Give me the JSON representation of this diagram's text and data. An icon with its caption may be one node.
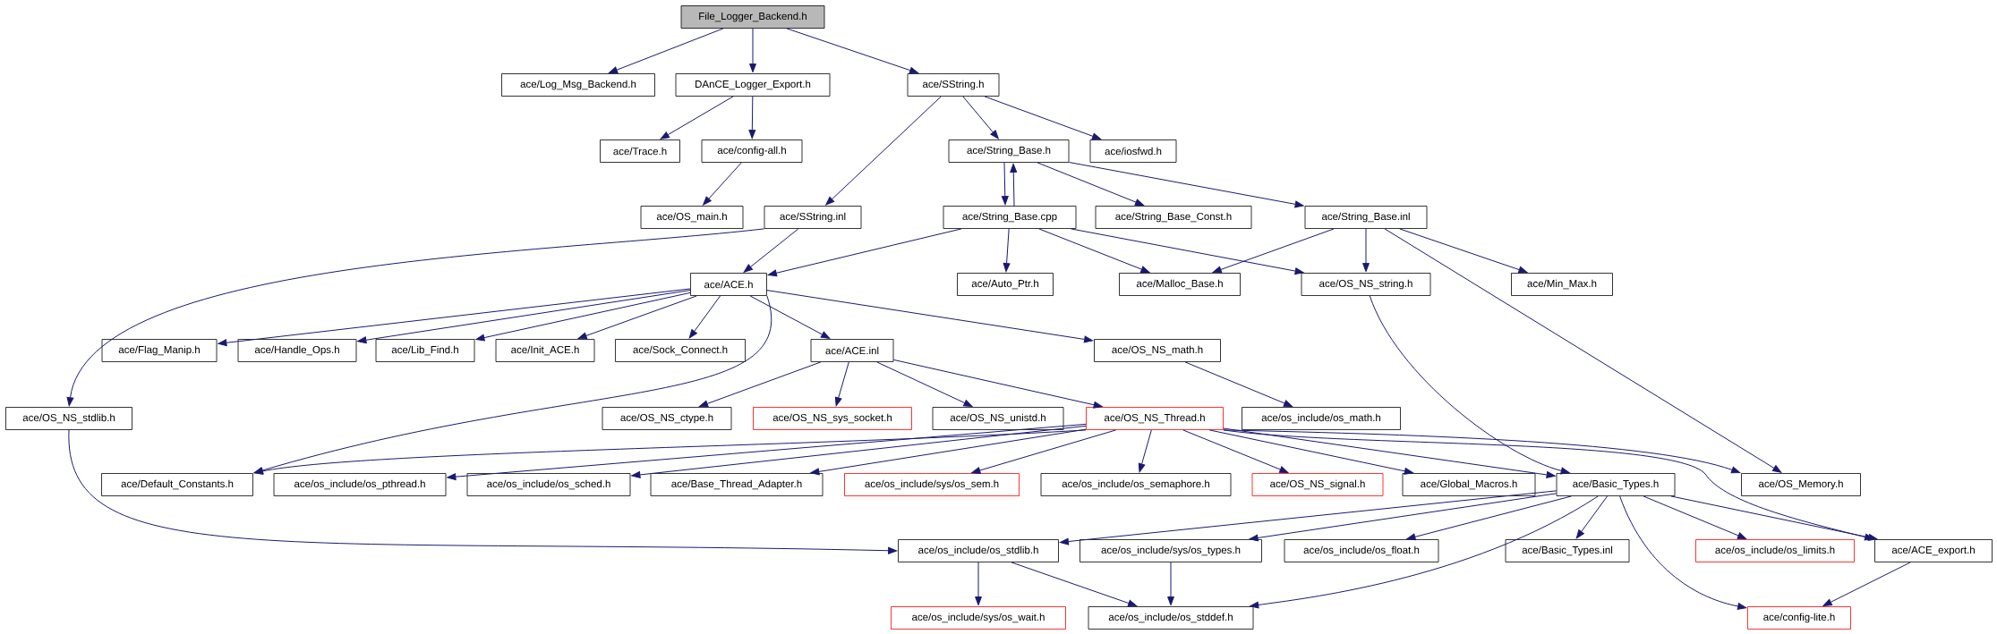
{
  "diagram": {
    "nodes": [
      {
        "text": [
          "File_Logger_Backend.h"
        ]
      },
      {
        "text": [
          "ace/Log_Msg_Backend.h"
        ]
      },
      {
        "text": [
          "DAnCE_Logger_Export.h"
        ]
      },
      {
        "text": [
          "ace/SString.h"
        ]
      },
      {
        "text": [
          "ace/Trace.h"
        ]
      },
      {
        "text": [
          "ace/config-all.h"
        ]
      },
      {
        "text": [
          "ace/OS_main.h"
        ]
      },
      {
        "text": [
          "ace/SString.inl"
        ]
      },
      {
        "text": [
          "ace/String_Base.h"
        ]
      },
      {
        "text": [
          "ace/iosfwd.h"
        ]
      },
      {
        "text": [
          "ace/String_Base.cpp"
        ]
      },
      {
        "text": [
          "ace/String_Base_Const.h"
        ]
      },
      {
        "text": [
          "ace/String_Base.inl"
        ]
      },
      {
        "text": [
          "ace/ACE.h"
        ]
      },
      {
        "text": [
          "ace/Auto_Ptr.h"
        ]
      },
      {
        "text": [
          "ace/Malloc_Base.h"
        ]
      },
      {
        "text": [
          "ace/OS_NS_string.h"
        ]
      },
      {
        "text": [
          "ace/Min_Max.h"
        ]
      },
      {
        "text": [
          "ace/Flag_Manip.h"
        ]
      },
      {
        "text": [
          "ace/Handle_Ops.h"
        ]
      },
      {
        "text": [
          "ace/Lib_Find.h"
        ]
      },
      {
        "text": [
          "ace/Init_ACE.h"
        ]
      },
      {
        "text": [
          "ace/Sock_Connect.h"
        ]
      },
      {
        "text": [
          "ace/ACE.inl"
        ]
      },
      {
        "text": [
          "ace/OS_NS_math.h"
        ]
      },
      {
        "text": [
          "ace/OS_NS_stdlib.h"
        ]
      },
      {
        "text": [
          "ace/OS_NS_ctype.h"
        ]
      },
      {
        "text": [
          "ace/OS_NS_sys_socket.h"
        ]
      },
      {
        "text": [
          "ace/OS_NS_unistd.h"
        ]
      },
      {
        "text": [
          "ace/OS_NS_Thread.h"
        ]
      },
      {
        "text": [
          "ace/os_include/os_math.h"
        ]
      },
      {
        "text": [
          "ace/Default_Constants.h"
        ]
      },
      {
        "text": [
          "ace/os_include/os_pthread.h"
        ]
      },
      {
        "text": [
          "ace/os_include/os_sched.h"
        ]
      },
      {
        "text": [
          "ace/Base_Thread_Adapter.h"
        ]
      },
      {
        "text": [
          "ace/os_include/sys/os_sem.h"
        ]
      },
      {
        "text": [
          "ace/os_include/os_semaphore.h"
        ]
      },
      {
        "text": [
          "ace/OS_NS_signal.h"
        ]
      },
      {
        "text": [
          "ace/Global_Macros.h"
        ]
      },
      {
        "text": [
          "ace/Basic_Types.h"
        ]
      },
      {
        "text": [
          "ace/OS_Memory.h"
        ]
      },
      {
        "text": [
          "ace/os_include/os_stdlib.h"
        ]
      },
      {
        "text": [
          "ace/os_include/sys/os_types.h"
        ]
      },
      {
        "text": [
          "ace/os_include/os_float.h"
        ]
      },
      {
        "text": [
          "ace/Basic_Types.inl"
        ]
      },
      {
        "text": [
          "ace/os_include/os_limits.h"
        ]
      },
      {
        "text": [
          "ace/ACE_export.h"
        ]
      },
      {
        "text": [
          "ace/os_include/sys/os_wait.h"
        ]
      },
      {
        "text": [
          "ace/os_include/os_stddef.h"
        ]
      },
      {
        "text": [
          "ace/config-lite.h"
        ]
      }
    ],
    "edges": [
      {
        "from": 0,
        "to": 1,
        "arrow": "to"
      },
      {
        "from": 0,
        "to": 2,
        "arrow": "to"
      },
      {
        "from": 0,
        "to": 3,
        "arrow": "to"
      },
      {
        "from": 2,
        "to": 4,
        "arrow": "to"
      },
      {
        "from": 2,
        "to": 5,
        "arrow": "to"
      },
      {
        "from": 5,
        "to": 6,
        "arrow": "to"
      },
      {
        "from": 3,
        "to": 7,
        "arrow": "to"
      },
      {
        "from": 3,
        "to": 8,
        "arrow": "to"
      },
      {
        "from": 3,
        "to": 9,
        "arrow": "to"
      },
      {
        "from": 8,
        "to": 10,
        "arrow": "to"
      },
      {
        "from": 10,
        "to": 8,
        "arrow": "to"
      },
      {
        "from": 8,
        "to": 11,
        "arrow": "to"
      },
      {
        "from": 8,
        "to": 12,
        "arrow": "to"
      },
      {
        "from": 7,
        "to": 13,
        "arrow": "to"
      },
      {
        "from": 10,
        "to": 13,
        "arrow": "to"
      },
      {
        "from": 7,
        "to": 25,
        "arrow": "to"
      },
      {
        "from": 10,
        "to": 14,
        "arrow": "to"
      },
      {
        "from": 10,
        "to": 15,
        "arrow": "to"
      },
      {
        "from": 10,
        "to": 16,
        "arrow": "to"
      },
      {
        "from": 12,
        "to": 15,
        "arrow": "to"
      },
      {
        "from": 12,
        "to": 16,
        "arrow": "to"
      },
      {
        "from": 12,
        "to": 17,
        "arrow": "to"
      },
      {
        "from": 12,
        "to": 40,
        "arrow": "to"
      },
      {
        "from": 13,
        "to": 18,
        "arrow": "to"
      },
      {
        "from": 13,
        "to": 19,
        "arrow": "to"
      },
      {
        "from": 13,
        "to": 20,
        "arrow": "to"
      },
      {
        "from": 13,
        "to": 21,
        "arrow": "to"
      },
      {
        "from": 13,
        "to": 22,
        "arrow": "to"
      },
      {
        "from": 13,
        "to": 23,
        "arrow": "to"
      },
      {
        "from": 13,
        "to": 24,
        "arrow": "to"
      },
      {
        "from": 13,
        "to": 31,
        "arrow": "to"
      },
      {
        "from": 16,
        "to": 39,
        "arrow": "to"
      },
      {
        "from": 23,
        "to": 26,
        "arrow": "to"
      },
      {
        "from": 23,
        "to": 27,
        "arrow": "to"
      },
      {
        "from": 23,
        "to": 28,
        "arrow": "to"
      },
      {
        "from": 23,
        "to": 29,
        "arrow": "to"
      },
      {
        "from": 24,
        "to": 30,
        "arrow": "to"
      },
      {
        "from": 29,
        "to": 31,
        "arrow": "to"
      },
      {
        "from": 29,
        "to": 32,
        "arrow": "to"
      },
      {
        "from": 29,
        "to": 33,
        "arrow": "to"
      },
      {
        "from": 29,
        "to": 34,
        "arrow": "to"
      },
      {
        "from": 29,
        "to": 35,
        "arrow": "to"
      },
      {
        "from": 29,
        "to": 36,
        "arrow": "to"
      },
      {
        "from": 29,
        "to": 37,
        "arrow": "to"
      },
      {
        "from": 29,
        "to": 38,
        "arrow": "to"
      },
      {
        "from": 29,
        "to": 39,
        "arrow": "to"
      },
      {
        "from": 29,
        "to": 40,
        "arrow": "to"
      },
      {
        "from": 29,
        "to": 46,
        "arrow": "to"
      },
      {
        "from": 25,
        "to": 41,
        "arrow": "to"
      },
      {
        "from": 39,
        "to": 41,
        "arrow": "to"
      },
      {
        "from": 39,
        "to": 42,
        "arrow": "to"
      },
      {
        "from": 39,
        "to": 43,
        "arrow": "to"
      },
      {
        "from": 39,
        "to": 44,
        "arrow": "to"
      },
      {
        "from": 39,
        "to": 45,
        "arrow": "to"
      },
      {
        "from": 39,
        "to": 46,
        "arrow": "to"
      },
      {
        "from": 39,
        "to": 48,
        "arrow": "to"
      },
      {
        "from": 39,
        "to": 49,
        "arrow": "to"
      },
      {
        "from": 41,
        "to": 47,
        "arrow": "to"
      },
      {
        "from": 41,
        "to": 48,
        "arrow": "to"
      },
      {
        "from": 42,
        "to": 48,
        "arrow": "to"
      },
      {
        "from": 46,
        "to": 49,
        "arrow": "to"
      }
    ]
  }
}
